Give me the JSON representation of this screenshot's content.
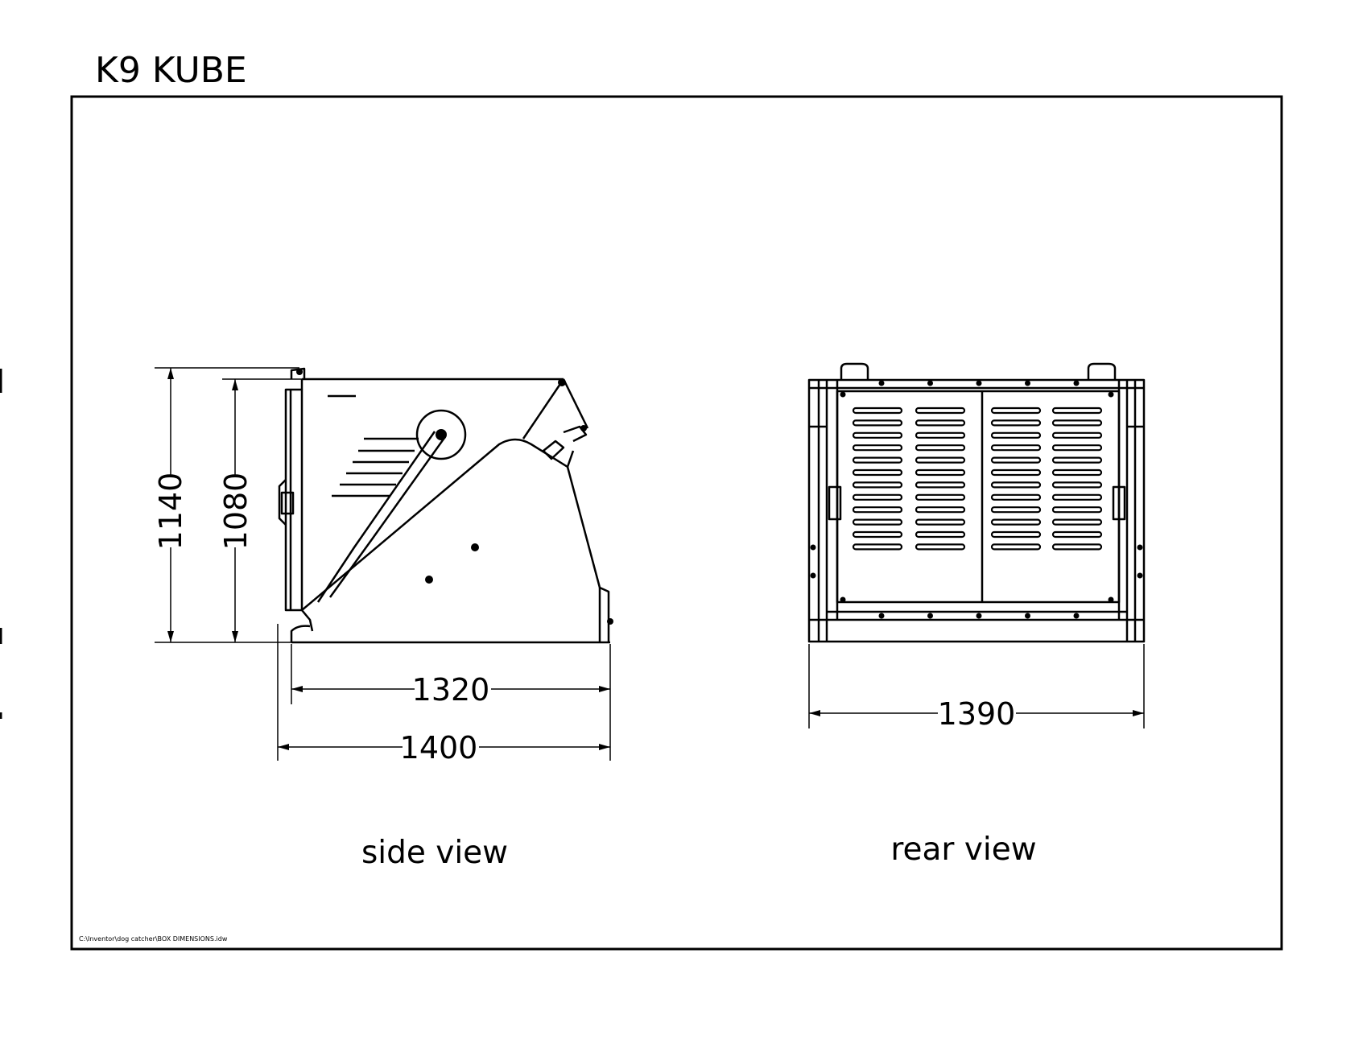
{
  "title": "K9 KUBE",
  "file_path": "C:\\Inventor\\dog catcher\\BOX DIMENSIONS.idw",
  "views": {
    "side": {
      "caption": "side view",
      "dimensions": {
        "height_overall": "1140",
        "height_body": "1080",
        "length_body": "1320",
        "length_overall": "1400"
      }
    },
    "rear": {
      "caption": "rear view",
      "dimensions": {
        "width": "1390"
      }
    }
  }
}
